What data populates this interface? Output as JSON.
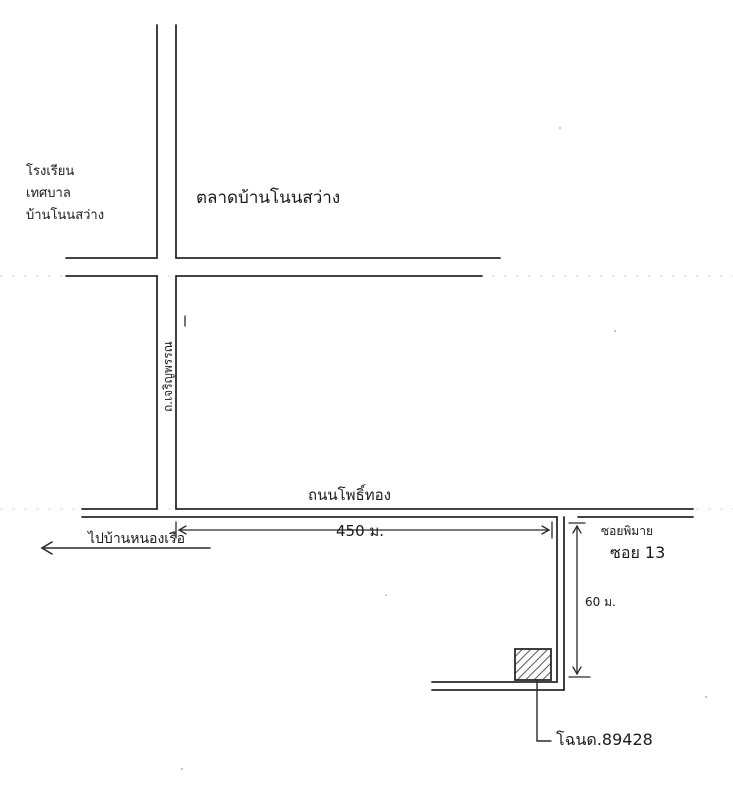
{
  "map": {
    "labels": {
      "school": [
        "โรงเรียน",
        "เทศบาล",
        "บ้านโนนสว่าง"
      ],
      "market": "ตลาดบ้านโนนสว่าง",
      "side_road": "ถ.เจริญพรรณ",
      "main_road": "ถนนโพธิ์ทอง",
      "destination_arrow": "ไปบ้านหนองเรือ",
      "distance": "450 ม.",
      "soi_name": [
        "ซอยพิมาย",
        "ซอย 13"
      ],
      "soi_length": "60 ม.",
      "plot_label": "โฉนด.89428"
    },
    "colors": {
      "ink": "#2a2a2a",
      "paper": "#ffffff"
    }
  }
}
